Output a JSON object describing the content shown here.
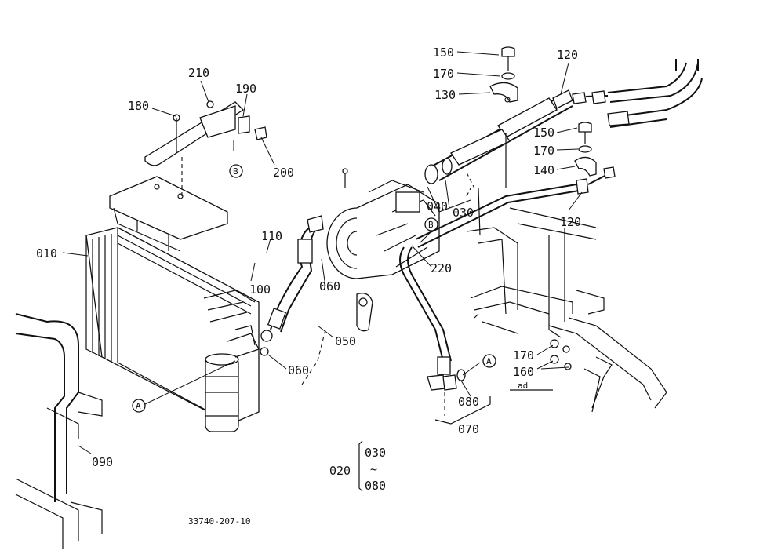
{
  "diagram": {
    "drawing_number": "33740-207-10",
    "callouts": {
      "p010": "010",
      "p020": "020",
      "p030": "030",
      "p030b": "030",
      "p040": "040",
      "p050": "050",
      "p060a": "060",
      "p060b": "060",
      "p070": "070",
      "p080": "080",
      "p080b": "080",
      "p090": "090",
      "p100": "100",
      "p110": "110",
      "p120a": "120",
      "p120b": "120",
      "p130": "130",
      "p140": "140",
      "p150a": "150",
      "p150b": "150",
      "p160": "160",
      "p170a": "170",
      "p170b": "170",
      "p170c": "170",
      "p180": "180",
      "p190": "190",
      "p200": "200",
      "p210": "210",
      "p220": "220"
    },
    "markers": {
      "a1": "A",
      "a2": "A",
      "b1": "B",
      "b2": "B"
    },
    "small_note": "ad"
  }
}
